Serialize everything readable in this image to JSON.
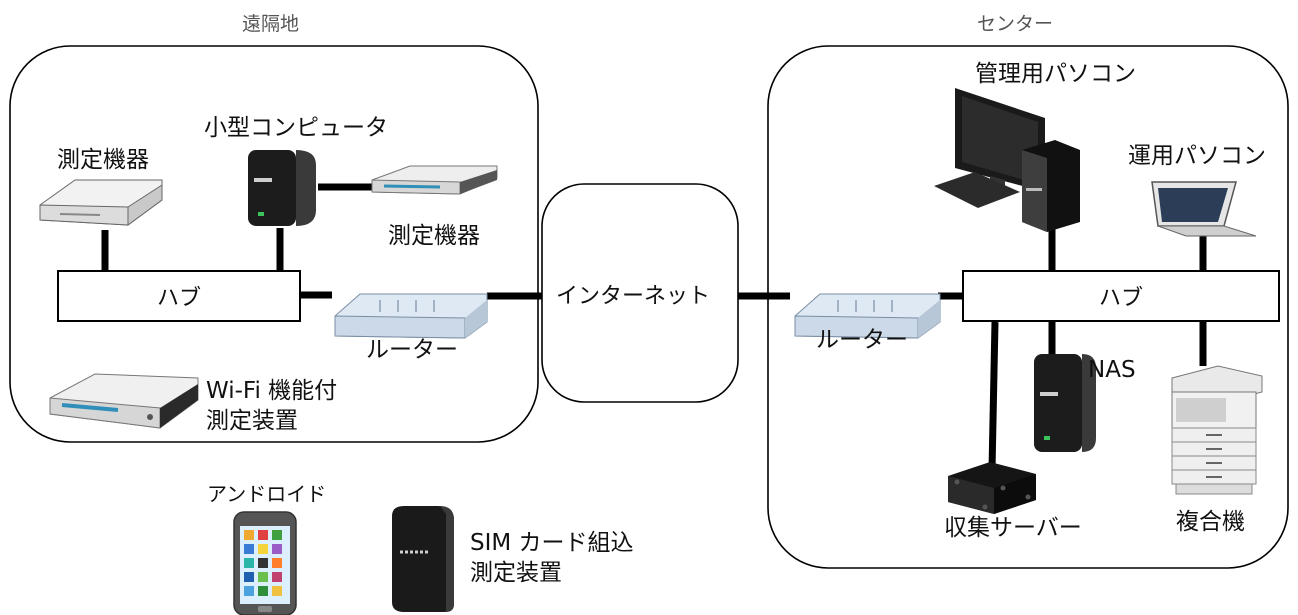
{
  "regions": {
    "remote_title": "遠隔地",
    "center_title": "センター"
  },
  "remote": {
    "hub_label": "ハブ",
    "device1_label": "測定機器",
    "computer_label": "小型コンピュータ",
    "device2_label": "測定機器",
    "router_label": "ルーター",
    "wifi_label": "Wi-Fi 機能付\n測定装置"
  },
  "internet": {
    "label": "インターネット"
  },
  "center": {
    "router_label": "ルーター",
    "hub_label": "ハブ",
    "admin_pc_label": "管理用パソコン",
    "ops_pc_label": "運用パソコン",
    "nas_label": "NAS",
    "server_label": "収集サーバー",
    "mfp_label": "複合機"
  },
  "outside": {
    "android_label": "アンドロイド",
    "sim_label": "SIM カード組込\n測定装置"
  },
  "colors": {
    "line": "#000000",
    "device_dark": "#1c1c1c",
    "device_light": "#e8e8ea",
    "accent_blue": "#2f8fb8",
    "router_blue": "#cfe0ef"
  }
}
